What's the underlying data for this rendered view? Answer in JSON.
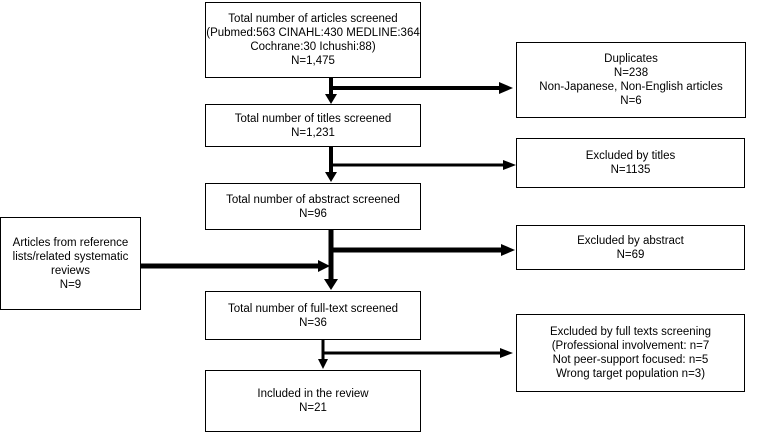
{
  "flow": {
    "screened": {
      "title": "Total number of articles screened",
      "sources_line1": "(Pubmed:563 CINAHL:430 MEDLINE:364",
      "sources_line2": "Cochrane:30 Ichushi:88)",
      "count": "N=1,475"
    },
    "duplicates": {
      "line1": "Duplicates",
      "line2": "N=238",
      "line3": "Non-Japanese, Non-English articles",
      "line4": "N=6"
    },
    "titles": {
      "title": "Total number of titles screened",
      "count": "N=1,231"
    },
    "excluded_titles": {
      "title": "Excluded by titles",
      "count": "N=1135"
    },
    "abstract": {
      "title": "Total number of abstract screened",
      "count": "N=96"
    },
    "reference_lists": {
      "line1": "Articles from reference",
      "line2": "lists/related systematic",
      "line3": "reviews",
      "count": "N=9"
    },
    "excluded_abstract": {
      "title": "Excluded by abstract",
      "count": "N=69"
    },
    "fulltext": {
      "title": "Total number of full-text screened",
      "count": "N=36"
    },
    "excluded_fulltext": {
      "title": "Excluded by full texts screening",
      "line2": "(Professional involvement: n=7",
      "line3": "Not peer-support focused: n=5",
      "line4": "Wrong target population n=3)"
    },
    "included": {
      "title": "Included in the review",
      "count": "N=21"
    }
  }
}
